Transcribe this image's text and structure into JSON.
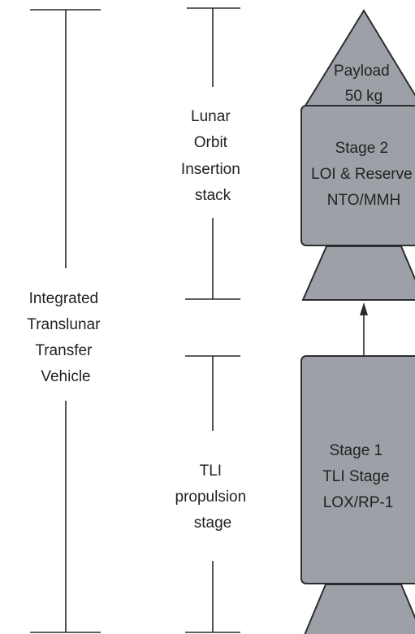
{
  "dimensions": {
    "integrated_vehicle": [
      "Integrated",
      "Translunar",
      "Transfer",
      "Vehicle"
    ],
    "loi_stack": [
      "Lunar",
      "Orbit",
      "Insertion",
      "stack"
    ],
    "tli_stage": [
      "TLI",
      "propulsion",
      "stage"
    ]
  },
  "payload": {
    "lines": [
      "Payload",
      "50 kg"
    ]
  },
  "stage2": {
    "lines": [
      "Stage 2",
      "LOI & Reserve",
      "NTO/MMH"
    ]
  },
  "stage1": {
    "lines": [
      "Stage 1",
      "TLI Stage",
      "LOX/RP-1"
    ]
  }
}
